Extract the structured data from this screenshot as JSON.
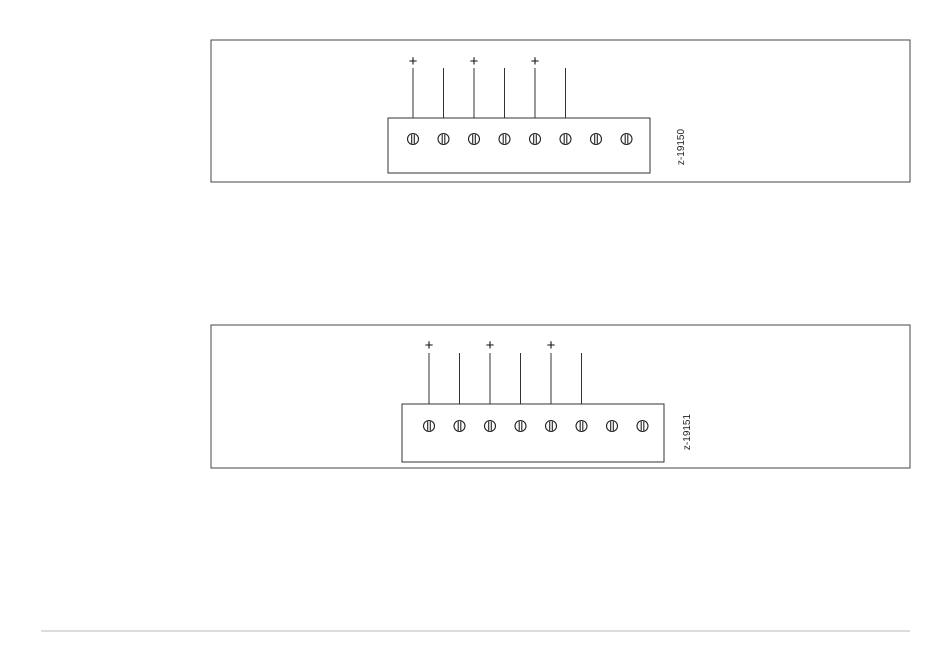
{
  "figures": [
    {
      "id_label": "z-19150",
      "terminal_count": 8,
      "wires": [
        {
          "terminal": 1,
          "polarity": "+"
        },
        {
          "terminal": 2,
          "polarity": ""
        },
        {
          "terminal": 3,
          "polarity": "+"
        },
        {
          "terminal": 4,
          "polarity": ""
        },
        {
          "terminal": 5,
          "polarity": "+"
        },
        {
          "terminal": 6,
          "polarity": ""
        }
      ]
    },
    {
      "id_label": "z-19151",
      "terminal_count": 8,
      "wires": [
        {
          "terminal": 1,
          "polarity": "+"
        },
        {
          "terminal": 2,
          "polarity": ""
        },
        {
          "terminal": 3,
          "polarity": "+"
        },
        {
          "terminal": 4,
          "polarity": ""
        },
        {
          "terminal": 5,
          "polarity": "+"
        },
        {
          "terminal": 6,
          "polarity": ""
        }
      ]
    }
  ],
  "colors": {
    "line": "#333333",
    "frame": "#444444",
    "footer_rule": "#bbbbbb"
  }
}
